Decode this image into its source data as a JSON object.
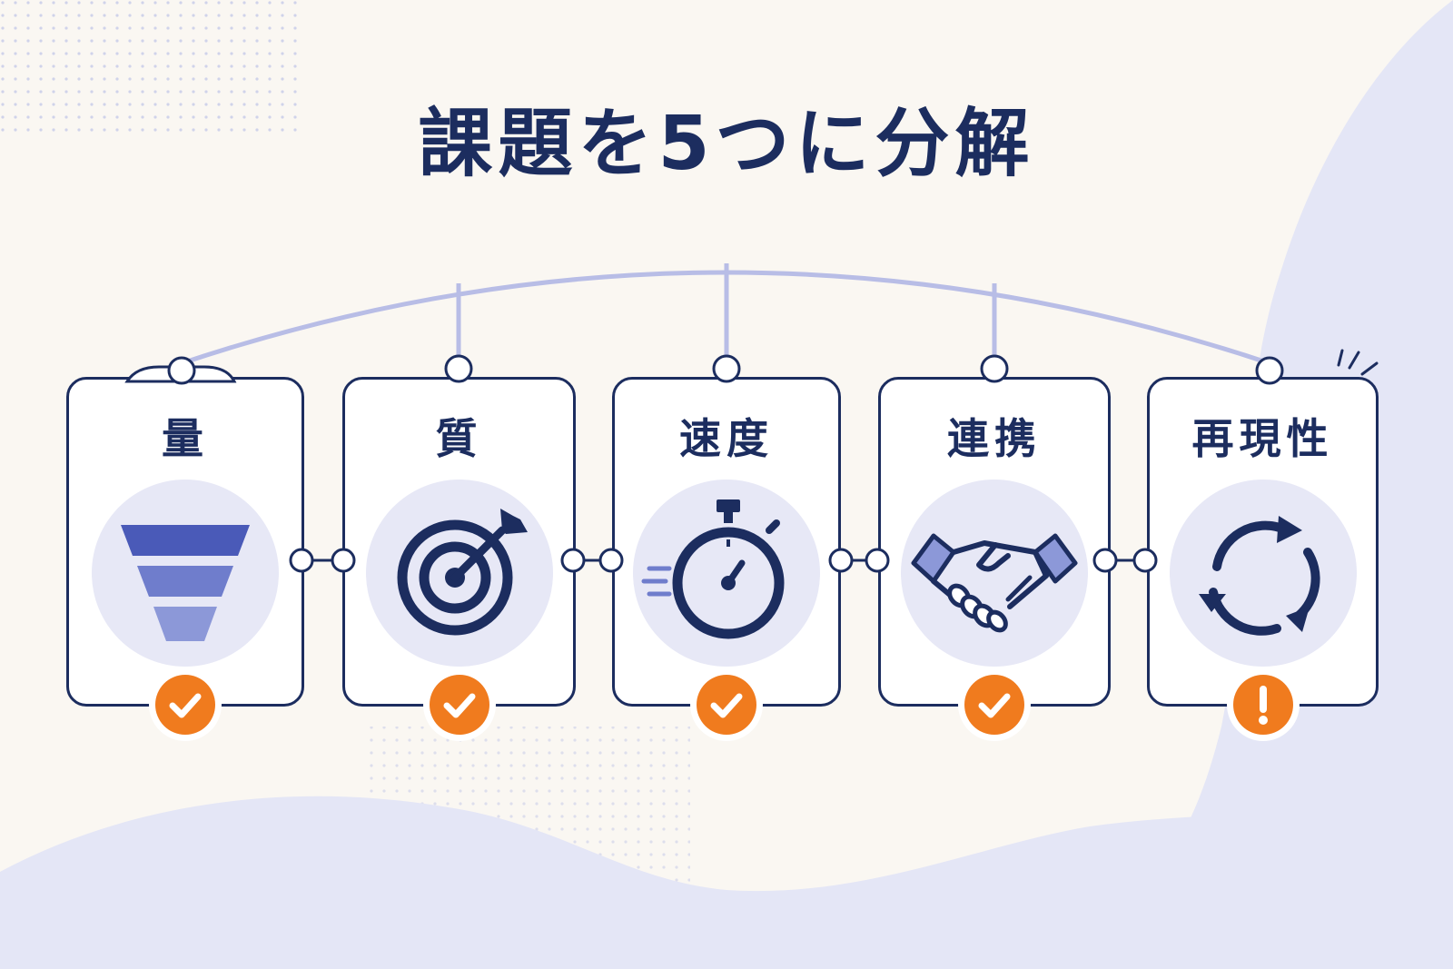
{
  "title": "課題を5つに分解",
  "colors": {
    "navy": "#1c2d5f",
    "accent_orange": "#f07b1e",
    "connector_lavender": "#b8bde6",
    "icon_bg": "#e7e8f6",
    "background": "#faf7f2"
  },
  "steps": [
    {
      "label": "量",
      "icon": "funnel-icon",
      "status": "check",
      "status_icon": "checkmark-icon"
    },
    {
      "label": "質",
      "icon": "target-icon",
      "status": "check",
      "status_icon": "checkmark-icon"
    },
    {
      "label": "速度",
      "icon": "stopwatch-icon",
      "status": "check",
      "status_icon": "checkmark-icon"
    },
    {
      "label": "連携",
      "icon": "handshake-icon",
      "status": "check",
      "status_icon": "checkmark-icon"
    },
    {
      "label": "再現性",
      "icon": "cycle-arrows-icon",
      "status": "warning",
      "status_icon": "exclamation-icon"
    }
  ]
}
